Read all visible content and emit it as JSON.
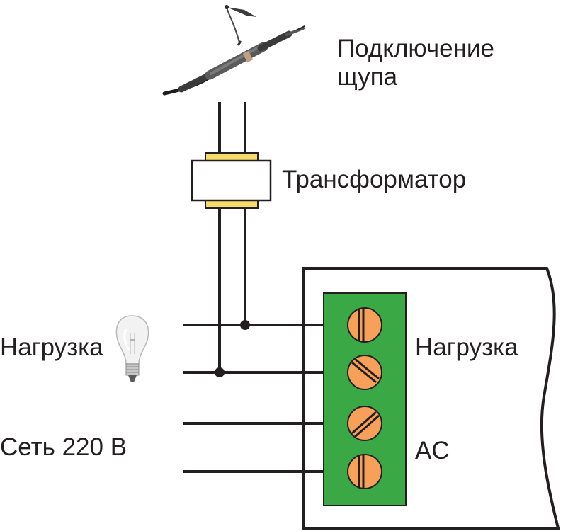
{
  "labels": {
    "probe_connection": [
      "Подключение",
      "щупа"
    ],
    "transformer": "Трансформатор",
    "load_left": "Нагрузка",
    "mains": "Сеть 220 В",
    "load_right": "Нагрузка",
    "ac": "AC"
  },
  "colors": {
    "terminal_block": "#3aa845",
    "screw": "#f6a05a",
    "transformer_core": "#f4dc6a",
    "line": "#231f20",
    "probe_body": "#5a5a5a"
  },
  "icons": {
    "probe": "oscilloscope-probe-icon",
    "bulb": "light-bulb-icon",
    "screw": "terminal-screw-icon"
  }
}
